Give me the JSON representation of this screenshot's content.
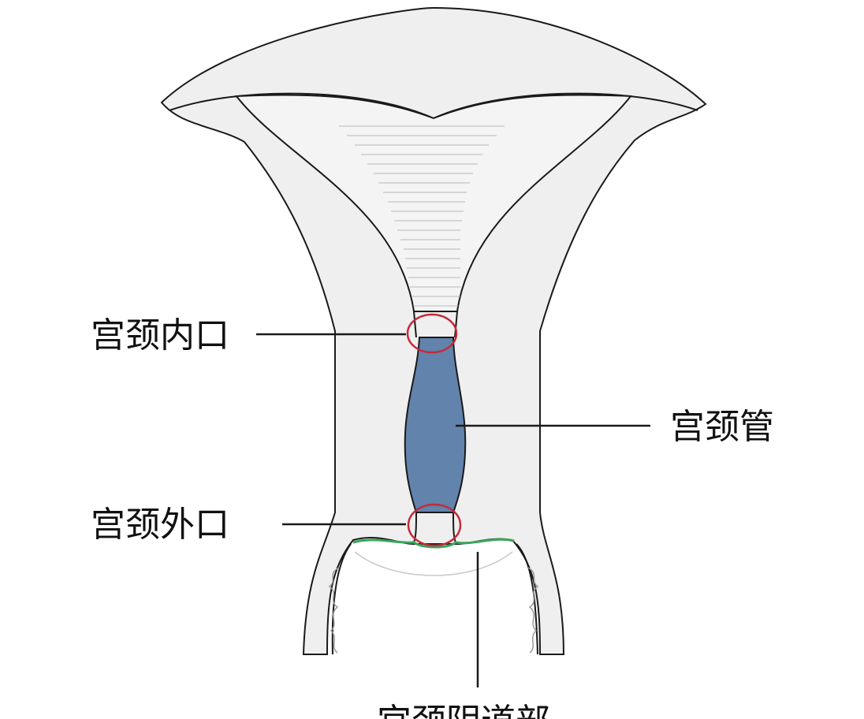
{
  "labels": {
    "internal_os": "宫颈内口",
    "cervical_canal": "宫颈管",
    "external_os": "宫颈外口",
    "vaginal_part": "宫颈阴道部"
  },
  "colors": {
    "uterus_fill": "#efefef",
    "canal_fill": "#6283ac",
    "marker_circle": "#c42b3a",
    "vaginal_epithelium": "#3aa55a",
    "outline": "#1a1a1a"
  }
}
